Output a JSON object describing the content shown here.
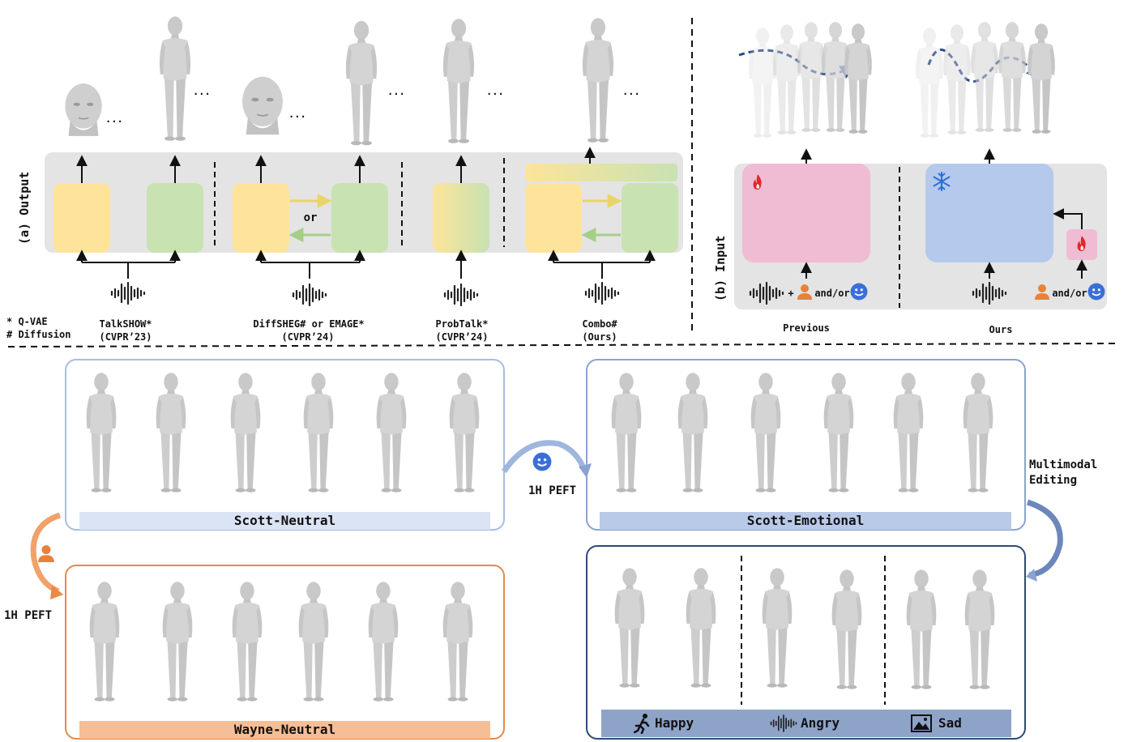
{
  "panel_a": {
    "axis_label": "(a) Output",
    "or_label": "or",
    "legend": [
      "* Q-VAE",
      "# Diffusion"
    ],
    "methods": [
      {
        "name": "TalkSHOW*",
        "venue": "(CVPR’23)"
      },
      {
        "name": "DiffSHEG# or EMAGE*",
        "venue": "(CVPR’24)"
      },
      {
        "name": "ProbTalk*",
        "venue": "(CVPR’24)"
      },
      {
        "name": "Combo#",
        "venue": "(Ours)"
      }
    ],
    "ellipsis": "..."
  },
  "panel_b": {
    "axis_label": "(b) Input",
    "previous_label": "Previous",
    "ours_label": "Ours",
    "plus": "+",
    "and_or": "and/or"
  },
  "bottom": {
    "scott_neutral": "Scott-Neutral",
    "scott_emotional": "Scott-Emotional",
    "wayne_neutral": "Wayne-Neutral",
    "peft_top": "1H PEFT",
    "peft_left": "1H PEFT",
    "multimodal_editing": "Multimodal\nEditing",
    "happy": "Happy",
    "angry": "Angry",
    "sad": "Sad"
  },
  "colors": {
    "yellow": "#fde49a",
    "green": "#c8e2b2",
    "pink": "#f0bcd3",
    "blue": "#b4c9ec",
    "scott_neutral_frame": "#a8bde0",
    "wayne_frame": "#e88a4a",
    "emotional_frame": "#8aa3d2",
    "editing_frame": "#2e4a7a"
  },
  "icons": [
    "audio-wave-icon",
    "person-icon",
    "smiley-icon",
    "fire-icon",
    "snowflake-icon",
    "running-icon",
    "image-icon"
  ]
}
